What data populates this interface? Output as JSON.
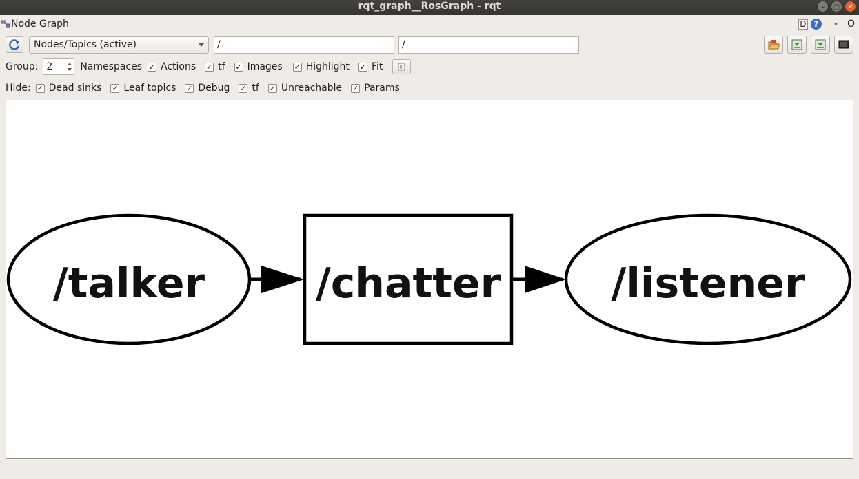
{
  "window": {
    "title": "rqt_graph__RosGraph - rqt"
  },
  "plugin": {
    "title": "Node Graph",
    "d_label": "D",
    "help_label": "?",
    "dash_label": "-",
    "o_label": "O"
  },
  "toolbar": {
    "view_mode": "Nodes/Topics (active)",
    "node_filter": "/",
    "topic_filter": "/"
  },
  "options": {
    "group_label": "Group:",
    "group_value": "2",
    "check_mark": "✓",
    "namespaces": "Namespaces",
    "actions": "Actions",
    "tf": "tf",
    "images": "Images",
    "highlight": "Highlight",
    "fit": "Fit"
  },
  "hide": {
    "label": "Hide:",
    "dead_sinks": "Dead sinks",
    "leaf_topics": "Leaf topics",
    "debug": "Debug",
    "tf": "tf",
    "unreachable": "Unreachable",
    "params": "Params"
  },
  "graph": {
    "nodes": [
      {
        "id": "talker",
        "label": "/talker",
        "shape": "ellipse"
      },
      {
        "id": "chatter",
        "label": "/chatter",
        "shape": "box"
      },
      {
        "id": "listener",
        "label": "/listener",
        "shape": "ellipse"
      }
    ],
    "edges": [
      {
        "from": "talker",
        "to": "chatter"
      },
      {
        "from": "chatter",
        "to": "listener"
      }
    ]
  }
}
